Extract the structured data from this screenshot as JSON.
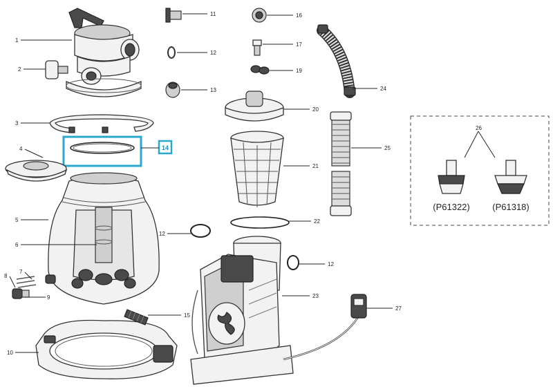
{
  "accent_color": "#2aa7cf",
  "callouts": {
    "c1": "1",
    "c2": "2",
    "c3": "3",
    "c4": "4",
    "c5": "5",
    "c6": "6",
    "c7": "7",
    "c8": "8",
    "c9": "9",
    "c10": "10",
    "c11": "11",
    "c12a": "12",
    "c12b": "12",
    "c12c": "12",
    "c13": "13",
    "c15": "15",
    "c16": "16",
    "c17": "17",
    "c19": "19",
    "c20": "20",
    "c21": "21",
    "c22": "22",
    "c23": "23",
    "c24": "24",
    "c25": "25",
    "c26": "26",
    "c27": "27"
  },
  "highlight": {
    "label": "14"
  },
  "variants": {
    "left": "(P61322)",
    "right": "(P61318)"
  }
}
